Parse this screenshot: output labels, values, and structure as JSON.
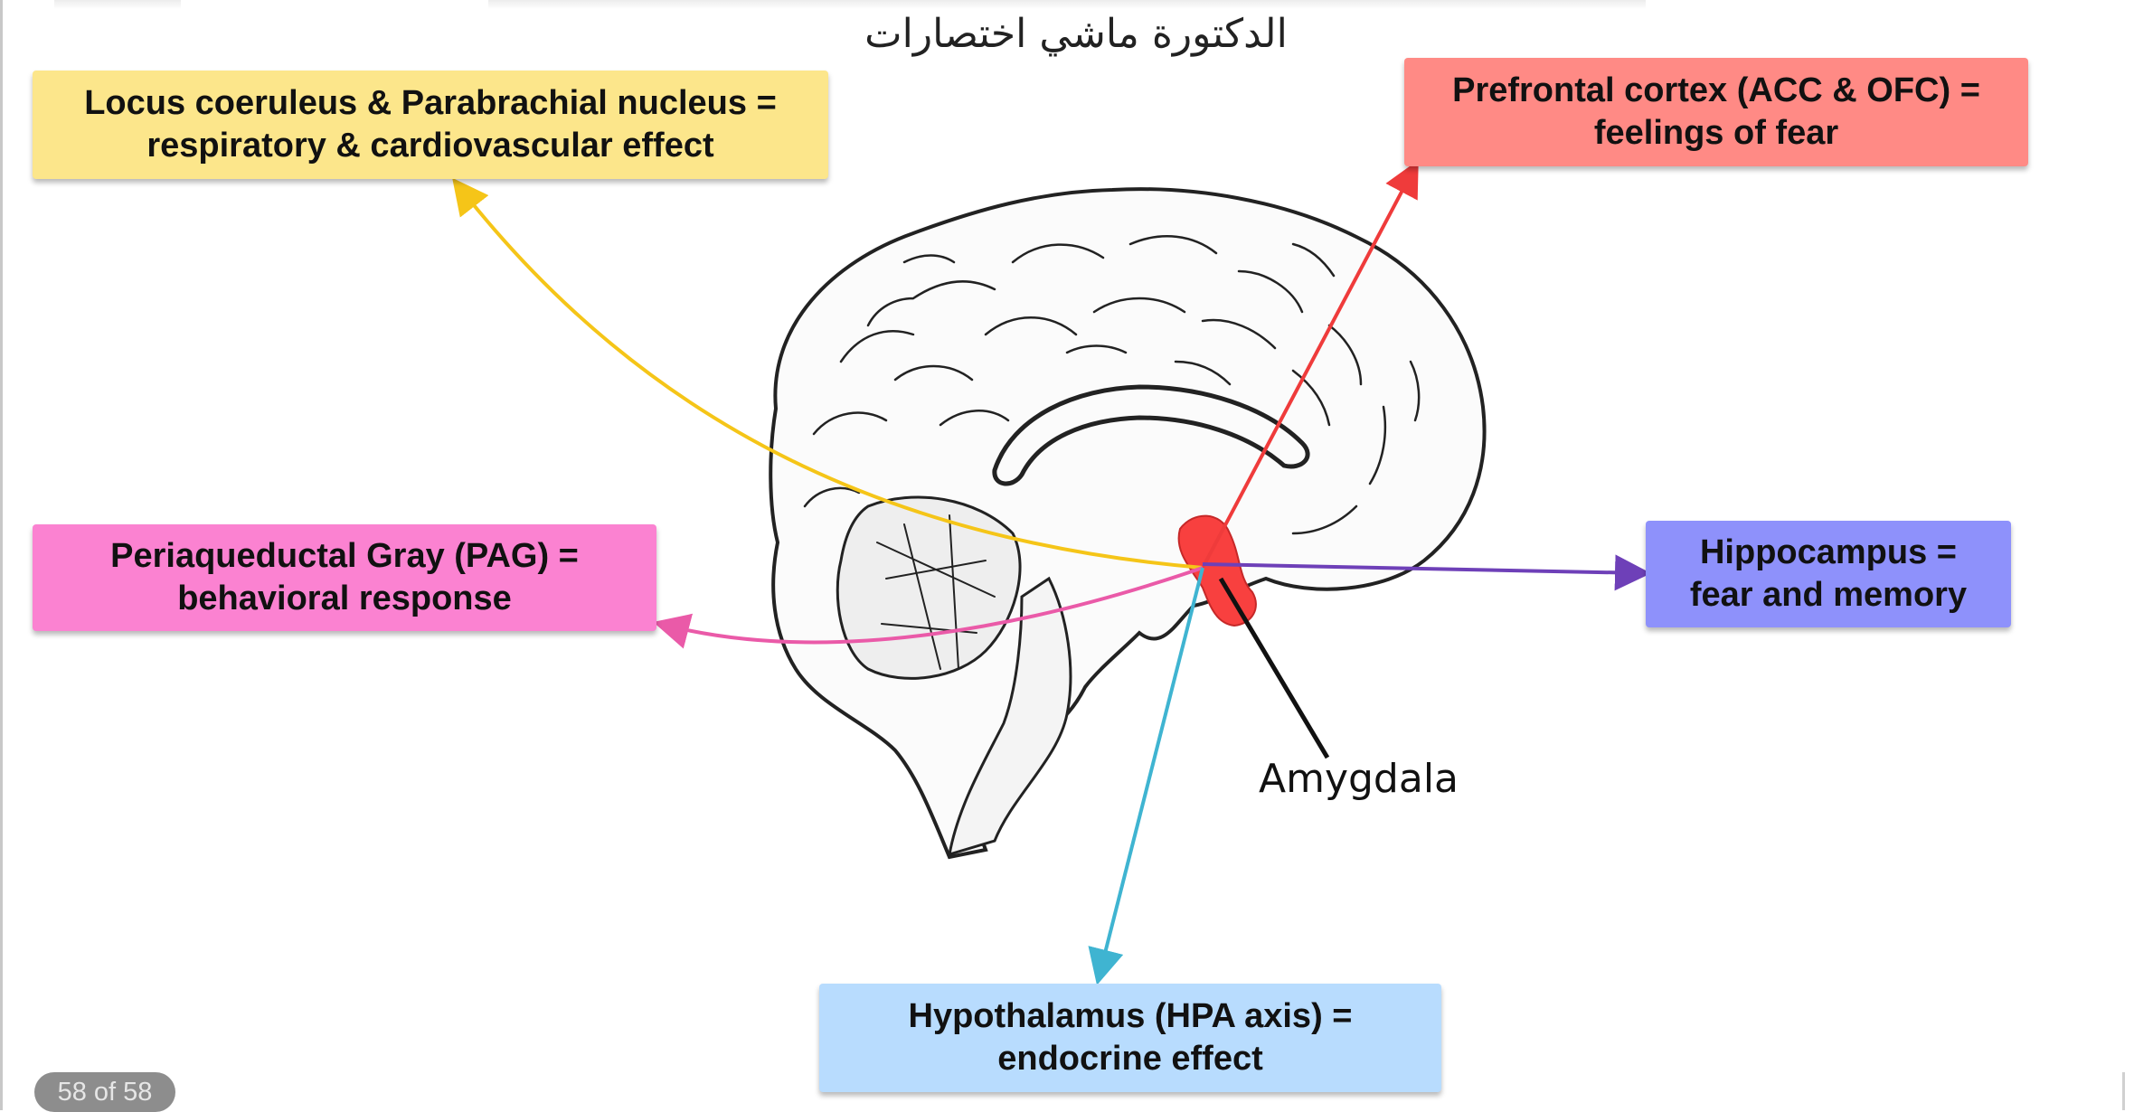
{
  "header": {
    "handwritten_title": "الدكتورة ماشي اختصارات"
  },
  "colors": {
    "locus_coeruleus": "#fce68b",
    "prefrontal": "#ff8a85",
    "pag": "#fb82d1",
    "hippocampus": "#8e91fb",
    "hypothalamus": "#b8dcfe",
    "amygdala": "#f8403f"
  },
  "boxes": {
    "locus_coeruleus": {
      "line1": "Locus coeruleus & Parabrachial nucleus =",
      "line2": "respiratory & cardiovascular effect"
    },
    "prefrontal": {
      "line1": "Prefrontal cortex (ACC & OFC) =",
      "line2": "feelings of fear"
    },
    "pag": {
      "line1": "Periaqueductal Gray (PAG) =",
      "line2": "behavioral response"
    },
    "hippocampus": {
      "line1": "Hippocampus =",
      "line2": "fear and memory"
    },
    "hypothalamus": {
      "line1": "Hypothalamus (HPA axis) =",
      "line2": "endocrine effect"
    }
  },
  "diagram": {
    "amygdala_label": "Amygdala"
  },
  "footer": {
    "page_counter": "58 of 58"
  }
}
